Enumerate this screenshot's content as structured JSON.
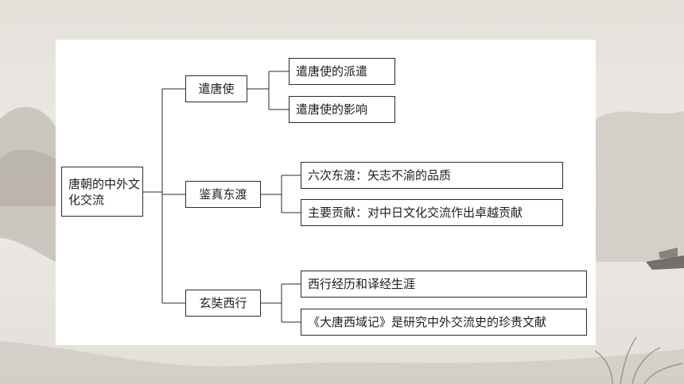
{
  "diagram": {
    "root": {
      "label": "唐朝的中外文化交流"
    },
    "branches": [
      {
        "label": "遣唐使",
        "children": [
          "遣唐使的派遣",
          "遣唐使的影响"
        ]
      },
      {
        "label": "鉴真东渡",
        "children": [
          "六次东渡：矢志不渝的品质",
          "主要贡献：对中日文化交流作出卓越贡献"
        ]
      },
      {
        "label": "玄奘西行",
        "children": [
          "西行经历和译经生涯",
          "《大唐西域记》是研究中外交流史的珍贵文献"
        ]
      }
    ]
  }
}
